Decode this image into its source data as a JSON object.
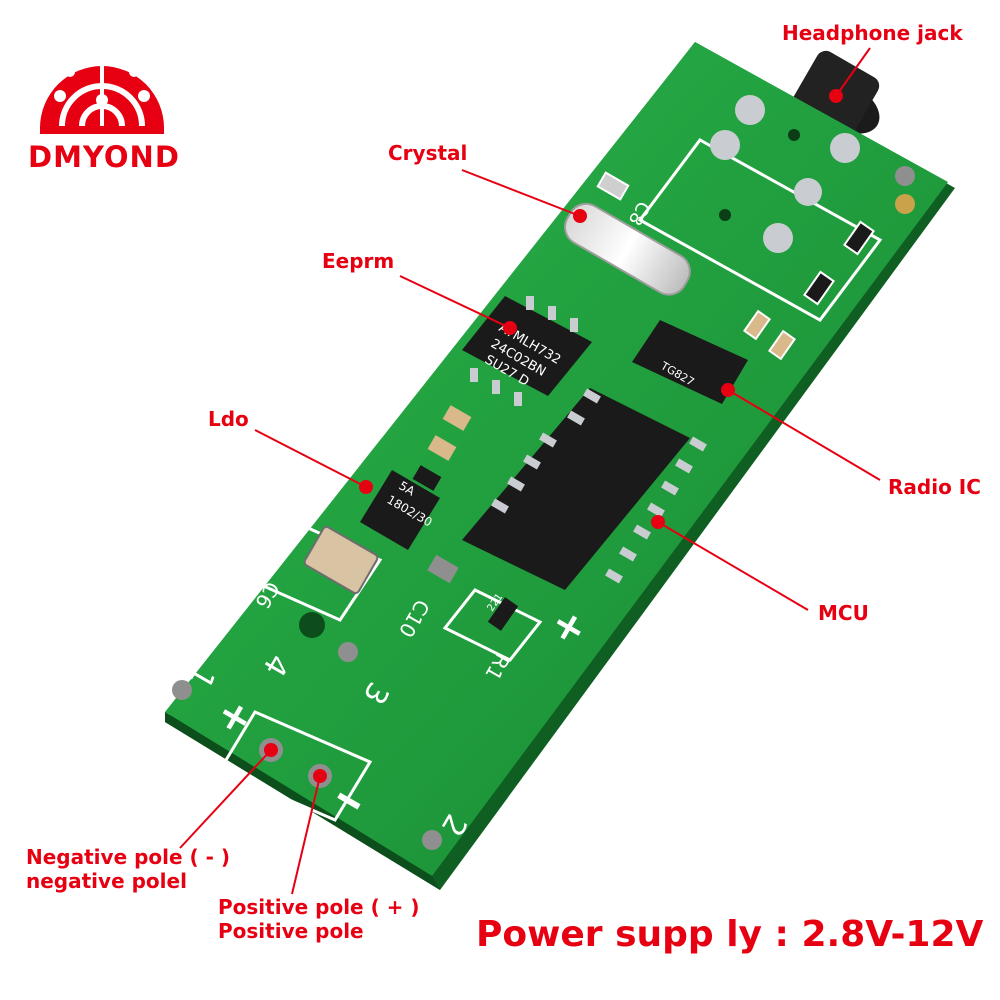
{
  "brand": {
    "name": "DMYOND",
    "color": "#e60012"
  },
  "labels": {
    "headphone_jack": "Headphone jack",
    "crystal": "Crystal",
    "eeprom": "Eeprm",
    "ldo": "Ldo",
    "radio_ic": "Radio IC",
    "mcu": "MCU",
    "negative_pole_line1": "Negative pole ( - )",
    "negative_pole_line2": "negative polel",
    "positive_pole_line1": "Positive pole ( + )",
    "positive_pole_line2": "Positive pole",
    "power_supply": "Power supp ly : 2.8V-12V"
  },
  "board_markings": {
    "eeprom_chip_line1": "ATMLH732",
    "eeprom_chip_line2": "24C02BN",
    "eeprom_chip_line3": "SU27 D",
    "radio_chip": "TG827",
    "ldo_chip_line1": "5A",
    "ldo_chip_line2": "1802/30",
    "resistor": "221",
    "c8": "C8",
    "c6": "C6",
    "c10": "C10",
    "r1": "R1",
    "pin1": "1",
    "pin2": "2",
    "pin3": "3",
    "pin4": "4",
    "plus_left": "+",
    "plus_right": "+",
    "minus": "I"
  },
  "colors": {
    "pcb": "#1f9a3c",
    "pcb_dark": "#15772c",
    "silkscreen": "#ffffff",
    "chip": "#1a1a1a",
    "annotation": "#e60012"
  }
}
